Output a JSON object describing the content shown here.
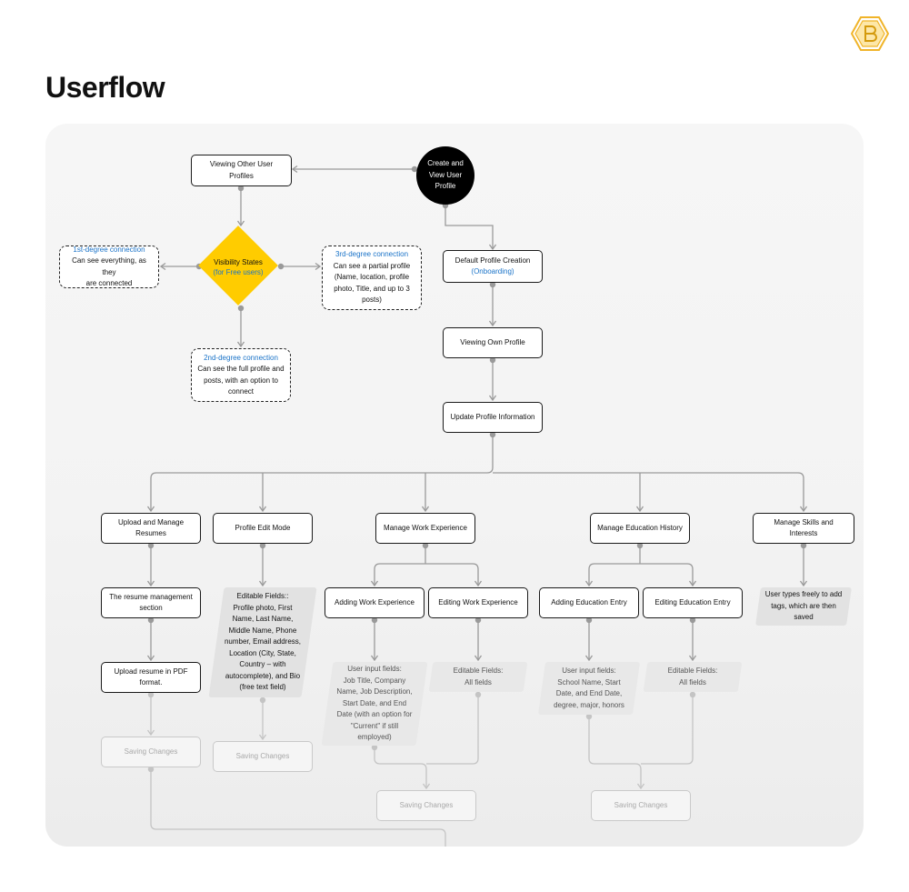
{
  "header": {
    "title": "Userflow",
    "logo_icon": "hexagon-b-logo",
    "logo_color": "#f0b429"
  },
  "colors": {
    "diamond": "#ffcc00",
    "accent_blue": "#1a73c8",
    "start_node": "#000000"
  },
  "top": {
    "start": {
      "line1": "Create and",
      "line2": "View User",
      "line3": "Profile"
    },
    "other_profiles": "Viewing Other User Profiles",
    "visibility": {
      "line1": "Visibility States",
      "line2": "(for Free users)"
    },
    "first_degree": {
      "heading": "1st-degree connection",
      "line1": "Can see everything, as they",
      "line2": "are connected"
    },
    "second_degree": {
      "heading": "2nd-degree connection",
      "line1": "Can see the full profile and",
      "line2": "posts, with an option to",
      "line3": "connect"
    },
    "third_degree": {
      "heading": "3rd-degree connection",
      "line1": "Can see a partial profile",
      "line2": "(Name, location, profile",
      "line3": "photo, Title, and up to 3",
      "line4": "posts)"
    },
    "default_creation": {
      "line1": "Default Profile Creation",
      "line2": "(Onboarding)"
    },
    "viewing_own": "Viewing Own Profile",
    "update_info": "Update Profile Information"
  },
  "branches": {
    "resumes": {
      "title": {
        "line1": "Upload and Manage",
        "line2": "Resumes"
      },
      "section": {
        "line1": "The resume management",
        "line2": "section"
      },
      "upload": {
        "line1": "Upload resume in PDF",
        "line2": "format."
      },
      "saving": "Saving Changes"
    },
    "profile_edit": {
      "title": "Profile Edit Mode",
      "fields": {
        "line1": "Editable Fields::",
        "line2": "Profile photo, First",
        "line3": "Name, Last Name,",
        "line4": "Middle Name, Phone",
        "line5": "number,  Email address,",
        "line6": "Location (City, State,",
        "line7": "Country – with",
        "line8": "autocomplete), and Bio",
        "line9": "(free text field)"
      },
      "saving": "Saving Changes"
    },
    "work": {
      "title": "Manage Work Experience",
      "adding": "Adding Work Experience",
      "editing": "Editing Work Experience",
      "input_fields": {
        "line1": "User input fields:",
        "line2": "Job Title, Company",
        "line3": "Name, Job Description,",
        "line4": "Start Date, and End",
        "line5": "Date (with an option for",
        "line6": "\"Current\" if still",
        "line7": "employed)"
      },
      "editable": {
        "line1": "Editable Fields:",
        "line2": "All fields"
      },
      "saving": "Saving Changes"
    },
    "education": {
      "title": "Manage Education History",
      "adding": "Adding Education Entry",
      "editing": "Editing Education Entry",
      "input_fields": {
        "line1": "User input fields:",
        "line2": "School Name, Start",
        "line3": "Date, and End Date,",
        "line4": "degree, major, honors"
      },
      "editable": {
        "line1": "Editable Fields:",
        "line2": "All fields"
      },
      "saving": "Saving Changes"
    },
    "skills": {
      "title": "Manage Skills and Interests",
      "tags": {
        "line1": "User types freely to add",
        "line2": "tags, which are then",
        "line3": "saved"
      }
    }
  }
}
